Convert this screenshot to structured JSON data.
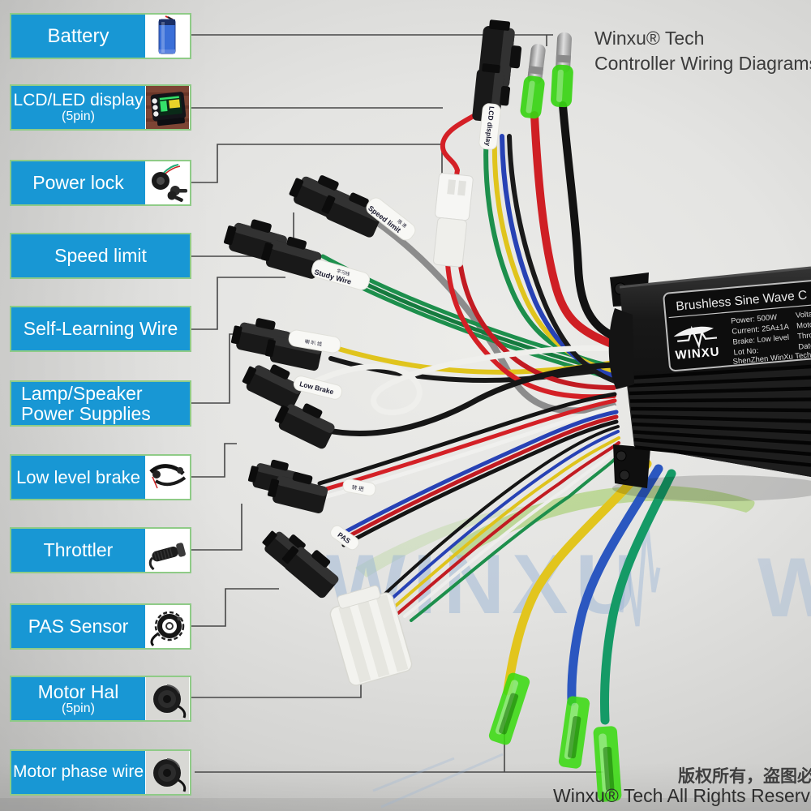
{
  "header": {
    "line1": "Winxu® Tech",
    "line2": "Controller Wiring Diagrams"
  },
  "footer": {
    "cn": "版权所有，盗图必究",
    "en": "Winxu® Tech All Rights Reserved"
  },
  "watermark": {
    "text": "WINXU",
    "partial": "W"
  },
  "labels": [
    {
      "text": "Battery"
    },
    {
      "text": "LCD/LED display",
      "sub": "(5pin)"
    },
    {
      "text": "Power lock"
    },
    {
      "text": "Speed limit"
    },
    {
      "text": "Self-Learning Wire"
    },
    {
      "text": "Lamp/Speaker",
      "sub": "Power Supplies"
    },
    {
      "text": "Low level brake"
    },
    {
      "text": "Throttler"
    },
    {
      "text": "PAS Sensor"
    },
    {
      "text": "Motor Hal",
      "sub": "(5pin)"
    },
    {
      "text": "Motor phase wire"
    }
  ],
  "wire_tags": {
    "lcd": "LCD display",
    "speed_cn": "限 速",
    "speed": "Speed limit",
    "study_cn": "学习线",
    "study": "Study Wire",
    "lamp_cn": "喇 叭 线",
    "brake": "Low Brake",
    "throttle_cn": "转 把",
    "pas": "PAS"
  },
  "controller": {
    "title": "Brushless Sine Wave C",
    "brand": "WINXU",
    "rows_left": [
      "Power:  500W",
      "Current:  25A±1A",
      "Brake:  Low level",
      "Lot No:"
    ],
    "rows_right": [
      "Voltage",
      "Motor p",
      "Throttle",
      "Date:A"
    ],
    "footer": "ShenZhen WinXu Techn"
  },
  "colors": {
    "label_blue": "#1897d4",
    "label_border": "#8fcb87",
    "watermark_blue": "#9cb6d6",
    "watermark_green": "#8cc63e",
    "terminal_green": "#3bdb12"
  }
}
